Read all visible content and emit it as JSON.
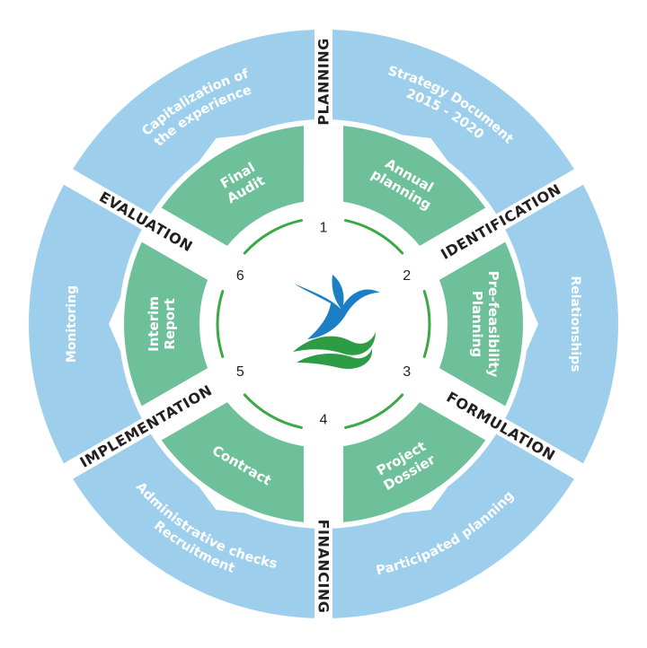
{
  "colors": {
    "outer": "#9dcfec",
    "inner": "#6ec09b",
    "dash": "#3aa845",
    "phase_text": "#231f20",
    "logo_blue": "#1c7ec4",
    "logo_green": "#2e9b45"
  },
  "outer_ring": [
    {
      "label": "Strategy Document 2015 - 2020"
    },
    {
      "label": "Relationships"
    },
    {
      "label": "Participated planning"
    },
    {
      "label": "Administrative checks Recruitment"
    },
    {
      "label": "Monitoring"
    },
    {
      "label": "Capitalization of the experience"
    }
  ],
  "inner_ring": [
    {
      "label": "Annual planning"
    },
    {
      "label": "Planning Pre-feasibility"
    },
    {
      "label": "Project Dossier"
    },
    {
      "label": "Contract"
    },
    {
      "label": "Interim Report"
    },
    {
      "label": "Final Audit"
    }
  ],
  "phases": [
    {
      "label": "PLANNING"
    },
    {
      "label": "IDENTIFICATION"
    },
    {
      "label": "FORMULATION"
    },
    {
      "label": "FINANCING"
    },
    {
      "label": "IMPLEMENTATION"
    },
    {
      "label": "EVALUATION"
    }
  ],
  "step_numbers": [
    "1",
    "2",
    "3",
    "4",
    "5",
    "6"
  ],
  "logo": {
    "icon": "bird-wave-logo-icon"
  }
}
